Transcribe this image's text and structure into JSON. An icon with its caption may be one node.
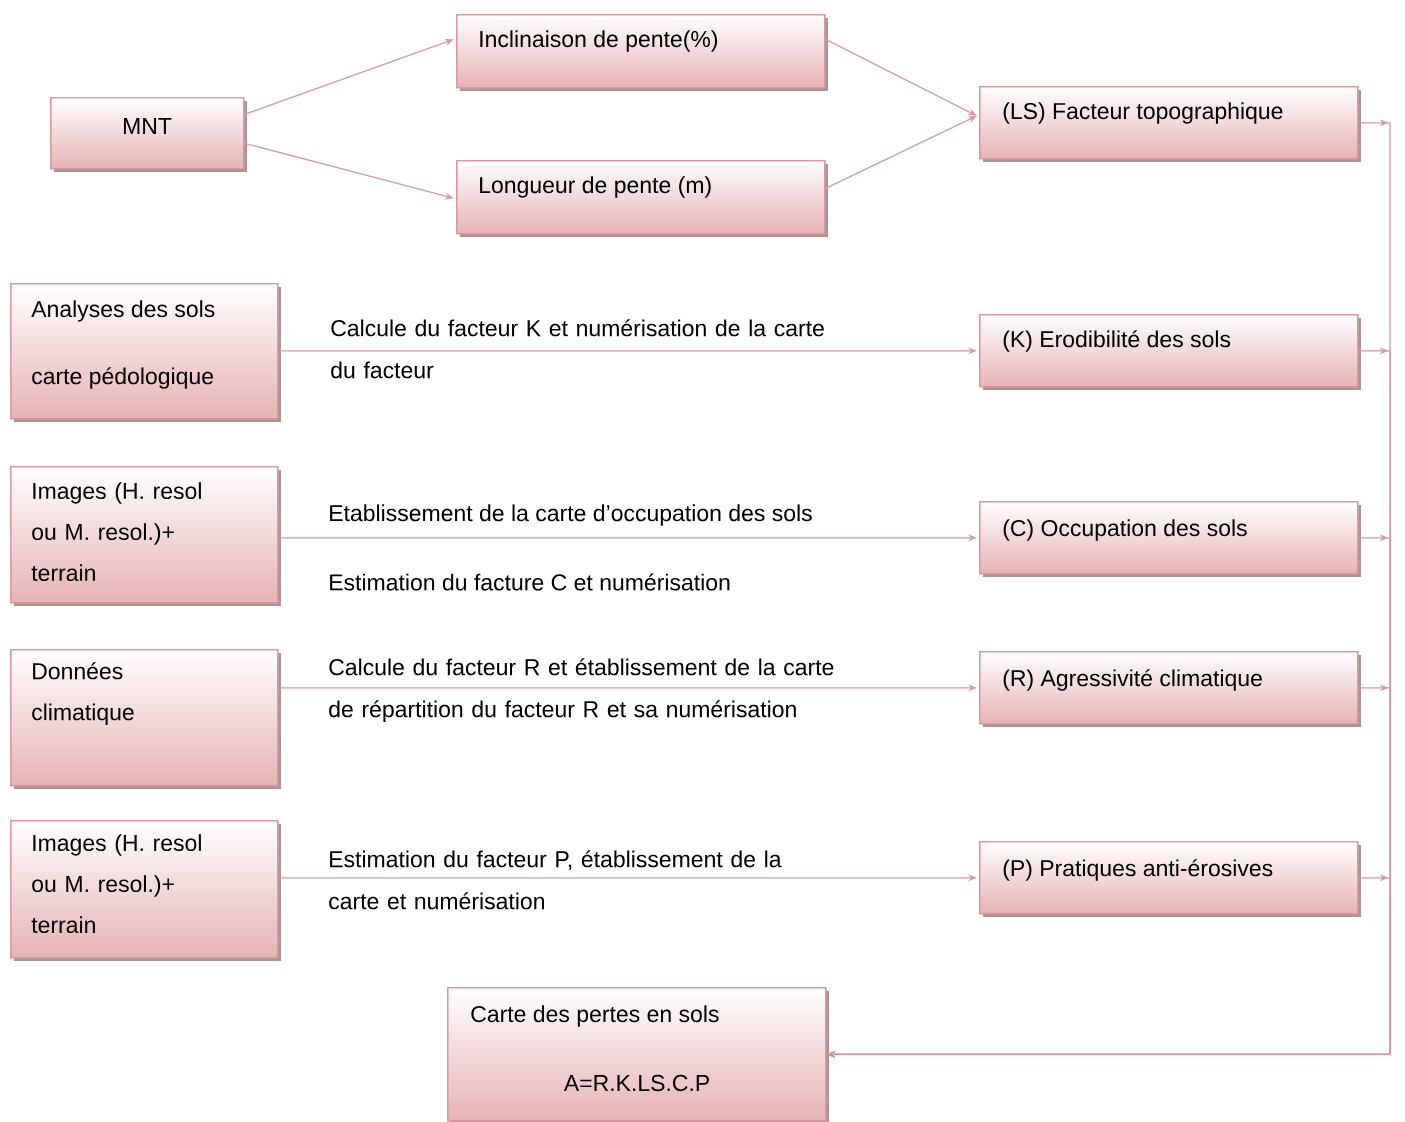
{
  "diagram": {
    "nodes": [
      {
        "text": [
          "MNT"
        ]
      },
      {
        "text": [
          "Inclinaison de pente(%)"
        ]
      },
      {
        "text": [
          "Longueur de pente (m)"
        ]
      },
      {
        "text": [
          "(LS) Facteur topographique"
        ]
      },
      {
        "text": [
          "Analyses des sols",
          "carte pédologique"
        ]
      },
      {
        "text": [
          "(K) Erodibilité des sols"
        ]
      },
      {
        "text": [
          "Images  (H. resol ou M. resol.)+ terrain"
        ]
      },
      {
        "text": [
          "(C) Occupation des sols"
        ]
      },
      {
        "text": [
          "Données climatique"
        ]
      },
      {
        "text": [
          "(R) Agressivité climatique"
        ]
      },
      {
        "text": [
          "Images (H. resol ou M. resol.)+ terrain"
        ]
      },
      {
        "text": [
          "(P) Pratiques anti-érosives"
        ]
      },
      {
        "text": [
          "Carte des pertes en sols",
          "A=R.K.LS.C.P"
        ]
      }
    ],
    "edges": [
      {
        "from": 0,
        "to": 1,
        "arrow": "to"
      },
      {
        "from": 0,
        "to": 2,
        "arrow": "to"
      },
      {
        "from": 1,
        "to": 3,
        "arrow": "to"
      },
      {
        "from": 2,
        "to": 3,
        "arrow": "to"
      },
      {
        "from": 4,
        "to": 5,
        "arrow": "to",
        "label": "Calcule du facteur K et numérisation de la carte du facteur"
      },
      {
        "from": 6,
        "to": 7,
        "arrow": "to",
        "label": "Etablissement de la carte d’occupation des sols"
      },
      {
        "from": 8,
        "to": 9,
        "arrow": "to",
        "label": "Calcule du facteur R et établissement de la carte de répartition du facteur R et sa numérisation"
      },
      {
        "from": 10,
        "to": 11,
        "arrow": "to",
        "label": "Estimation du facteur P, établissement de la carte et numérisation"
      },
      {
        "from": 3,
        "to": 12,
        "arrow": "to"
      },
      {
        "from": 5,
        "to": 12,
        "arrow": "to"
      },
      {
        "from": 7,
        "to": 12,
        "arrow": "to"
      },
      {
        "from": 9,
        "to": 12,
        "arrow": "to"
      },
      {
        "from": 11,
        "to": 12,
        "arrow": "to"
      }
    ],
    "labels": [
      "Estimation du facture C et numérisation"
    ]
  }
}
